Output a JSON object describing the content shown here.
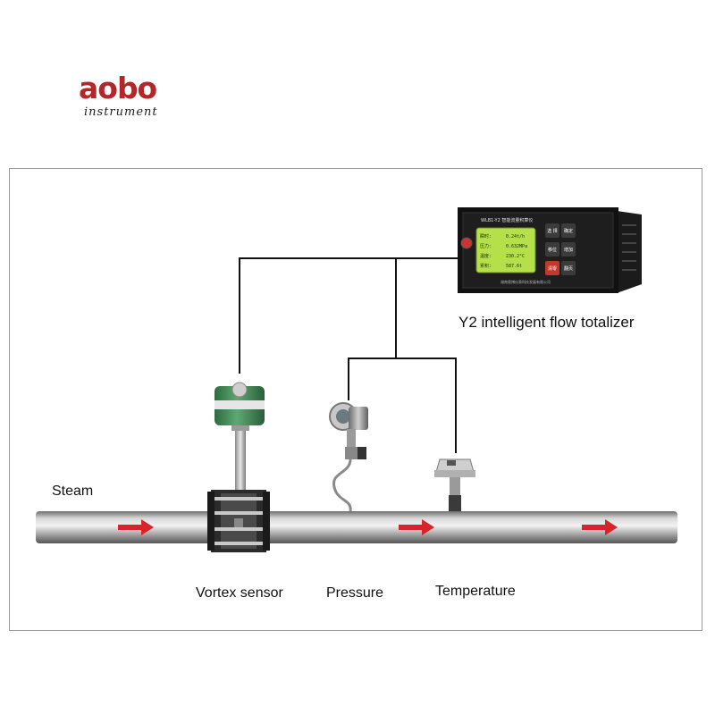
{
  "logo": {
    "main": "aobo",
    "sub": "instrument"
  },
  "labels": {
    "steam": "Steam",
    "vortex": "Vortex sensor",
    "pressure": "Pressure",
    "temperature": "Temperature",
    "totalizer": "Y2 intelligent flow totalizer"
  },
  "totalizer": {
    "model": "WLB1-Y2 智能流量积算仪",
    "footer": "湖南奥博仪表科技发展有限公司",
    "buttons": [
      {
        "label": "选 择"
      },
      {
        "label": "确定"
      },
      {
        "label": "移位"
      },
      {
        "label": "增加"
      },
      {
        "label": "清零"
      },
      {
        "label": "翻页"
      }
    ],
    "lcd": [
      {
        "name": "瞬时:",
        "value": "0.24t/h"
      },
      {
        "name": "压力:",
        "value": "0.632MPa"
      },
      {
        "name": "温度:",
        "value": "230.2°C"
      },
      {
        "name": "累积:",
        "value": "587.6t"
      }
    ]
  },
  "colors": {
    "brand": "#b3262a",
    "arrow": "#d8232a",
    "lcd": "#b5e04a",
    "transmitter_green": "#3f8a55",
    "line": "#111111"
  },
  "icons": [
    "flow-arrow-icon"
  ]
}
